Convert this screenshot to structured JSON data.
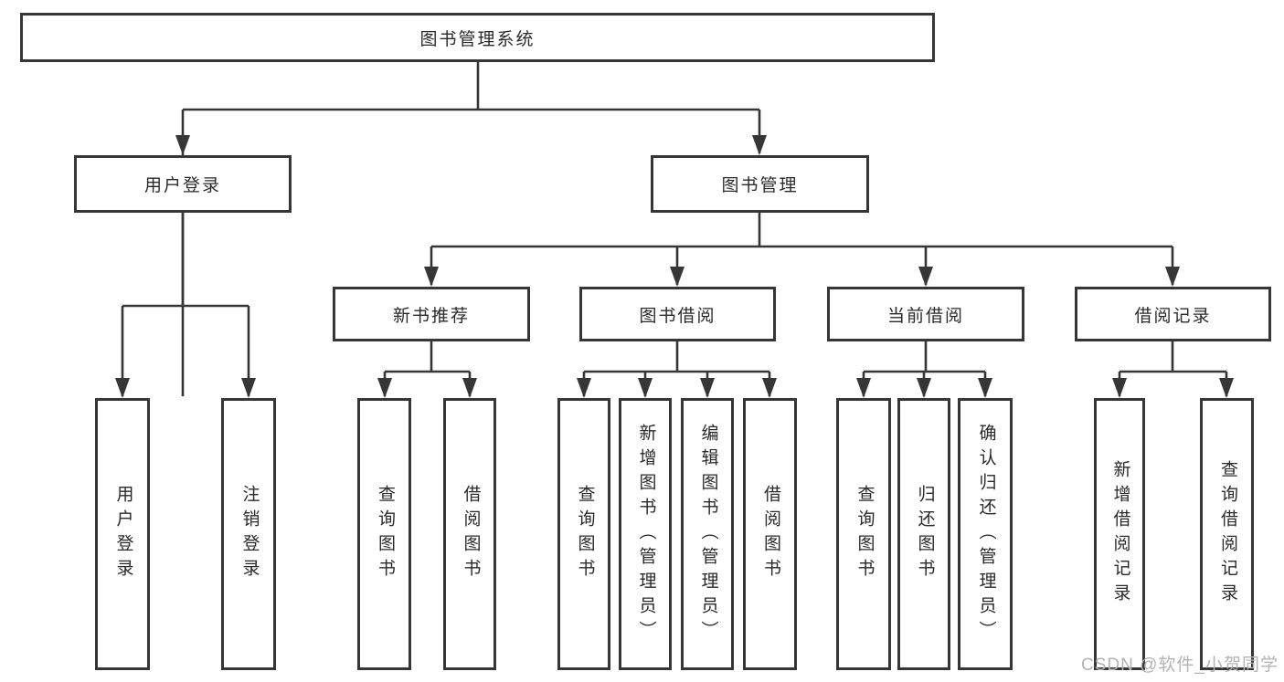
{
  "diagram": {
    "root": "图书管理系统",
    "branches": [
      {
        "label": "用户登录",
        "children": [
          "用户登录",
          "注销登录"
        ]
      },
      {
        "label": "图书管理",
        "groups": [
          {
            "label": "新书推荐",
            "children": [
              "查询图书",
              "借阅图书"
            ]
          },
          {
            "label": "图书借阅",
            "children": [
              "查询图书",
              "新增图书（管理员）",
              "编辑图书（管理员）",
              "借阅图书"
            ]
          },
          {
            "label": "当前借阅",
            "children": [
              "查询图书",
              "归还图书",
              "确认归还（管理员）"
            ]
          },
          {
            "label": "借阅记录",
            "children": [
              "新增借阅记录",
              "查询借阅记录"
            ]
          }
        ]
      }
    ]
  },
  "watermark": "CSDN @软件_小贺同学",
  "colors": {
    "line": "#363636",
    "text": "#2a2a2a",
    "box_background": "#ffffff",
    "page_background": "#ffffff",
    "watermark": "#b3b3b3"
  }
}
